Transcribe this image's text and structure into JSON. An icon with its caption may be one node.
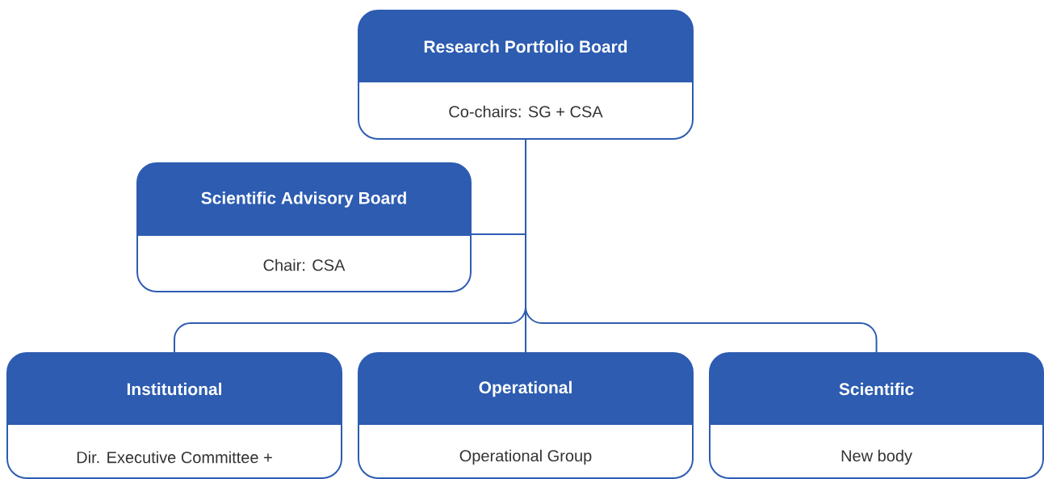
{
  "diagram": {
    "nodes": [
      {
        "text": [
          "Research Portfolio Board",
          "Co-chairs: SG + CSA"
        ]
      },
      {
        "text": [
          "Scientific Advisory Board",
          "Chair: CSA"
        ]
      },
      {
        "text": [
          "Institutional",
          "Dir. Executive Committee +"
        ]
      },
      {
        "text": [
          "Operational",
          "Operational Group"
        ]
      },
      {
        "text": [
          "Scientific",
          "New body"
        ]
      }
    ],
    "edges": [
      {
        "from": 0,
        "to": 1,
        "arrow": "none"
      },
      {
        "from": 0,
        "to": 2,
        "arrow": "none"
      },
      {
        "from": 0,
        "to": 3,
        "arrow": "none"
      },
      {
        "from": 0,
        "to": 4,
        "arrow": "none"
      }
    ]
  }
}
